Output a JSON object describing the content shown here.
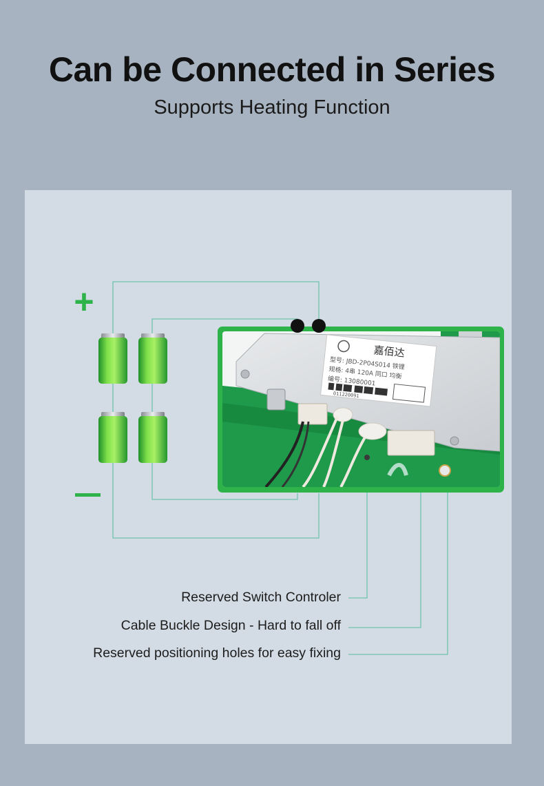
{
  "header": {
    "title": "Can be Connected in Series",
    "subtitle": "Supports Heating Function"
  },
  "diagram": {
    "plus_symbol": "+",
    "minus_symbol": "−",
    "wire_color": "#6fc3ad",
    "accent_green": "#2db34a",
    "battery_count": 4
  },
  "board_label": {
    "brand": "嘉佰达",
    "model_line": "型号: JBD-2P04S014  铁锂",
    "spec_line": "规格: 4串 120A  同口 均衡",
    "code_line": "编号: 13080001",
    "serial": "011220091"
  },
  "callouts": [
    "Reserved Switch Controler",
    "Cable Buckle Design - Hard to fall off",
    "Reserved positioning holes for easy fixing"
  ]
}
